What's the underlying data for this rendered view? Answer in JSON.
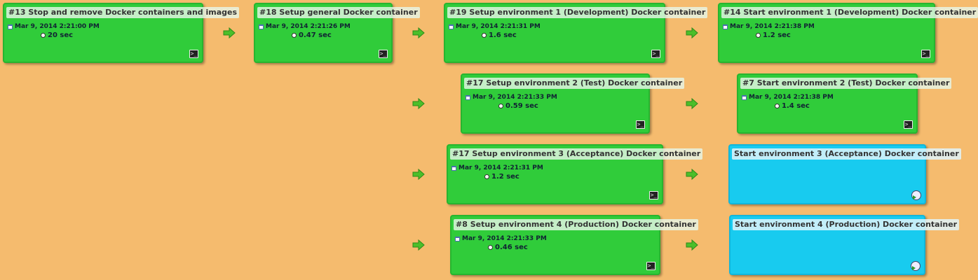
{
  "jobs": [
    {
      "title": "#13 Stop and remove Docker containers and images",
      "date": "Mar 9, 2014 2:21:00 PM",
      "duration": "20 sec",
      "status": "success"
    },
    {
      "title": "#18 Setup general Docker container",
      "date": "Mar 9, 2014 2:21:26 PM",
      "duration": "0.47 sec",
      "status": "success"
    },
    {
      "title": "#19 Setup environment 1 (Development) Docker container",
      "date": "Mar 9, 2014 2:21:31 PM",
      "duration": "1.6 sec",
      "status": "success"
    },
    {
      "title": "#14 Start environment 1 (Development) Docker container",
      "date": "Mar 9, 2014 2:21:38 PM",
      "duration": "1.2 sec",
      "status": "success"
    },
    {
      "title": "#17 Setup environment 2 (Test) Docker container",
      "date": "Mar 9, 2014 2:21:33 PM",
      "duration": "0.59 sec",
      "status": "success"
    },
    {
      "title": "#7 Start environment 2 (Test) Docker container",
      "date": "Mar 9, 2014 2:21:38 PM",
      "duration": "1.4 sec",
      "status": "success"
    },
    {
      "title": "#17 Setup environment 3 (Acceptance) Docker container",
      "date": "Mar 9, 2014 2:21:31 PM",
      "duration": "1.2 sec",
      "status": "success"
    },
    {
      "title": "Start environment 3 (Acceptance) Docker container",
      "status": "pending"
    },
    {
      "title": "#8 Setup environment 4 (Production) Docker container",
      "date": "Mar 9, 2014 2:21:33 PM",
      "duration": "0.46 sec",
      "status": "success"
    },
    {
      "title": "Start environment 4 (Production) Docker container",
      "status": "pending"
    }
  ],
  "colors": {
    "background": "#f5bb6e",
    "success": "#30cc3a",
    "pending": "#18cbef",
    "arrow": "#3fbf2a"
  }
}
